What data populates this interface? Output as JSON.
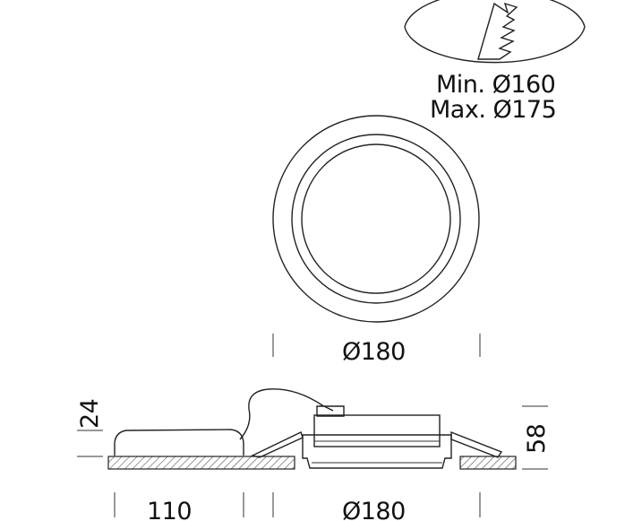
{
  "cutout": {
    "min_label": "Min. Ø160",
    "max_label": "Max. Ø175"
  },
  "top_view": {
    "width_label": "Ø180"
  },
  "side_view": {
    "driver_height_label": "24",
    "driver_length_label": "110",
    "lamp_width_label": "Ø180",
    "lamp_height_label": "58"
  },
  "colors": {
    "line": "#222222",
    "hatch": "#555555",
    "background": "#ffffff"
  }
}
